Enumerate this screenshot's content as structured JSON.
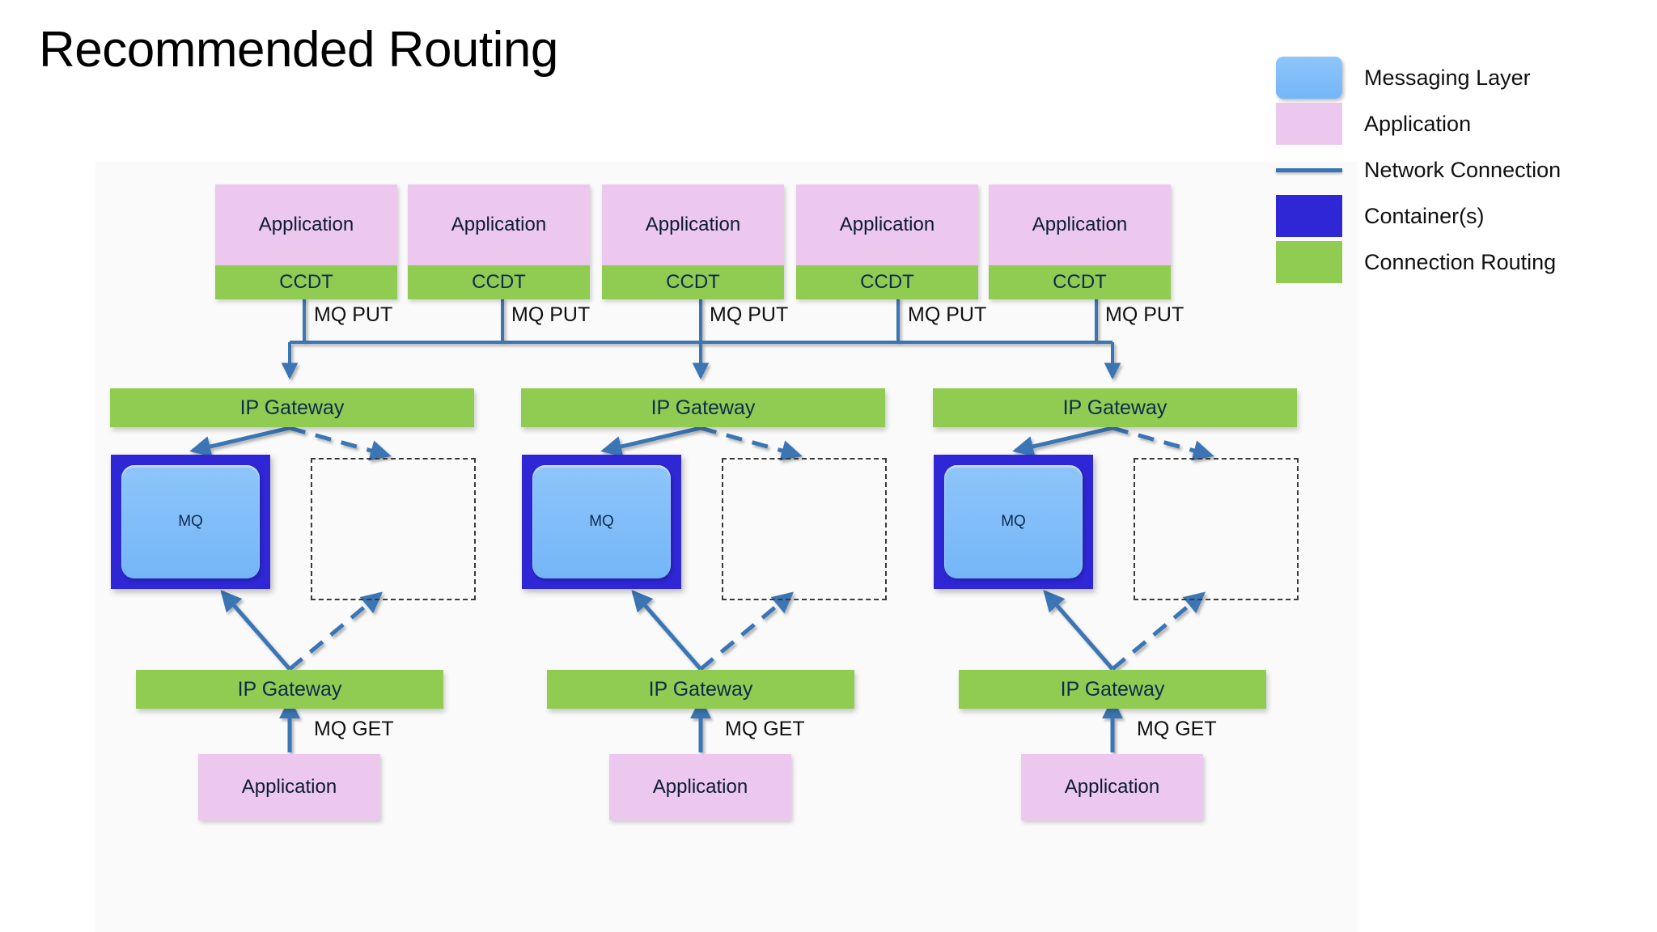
{
  "page": {
    "title": "Recommended Routing",
    "background_color": "#ffffff"
  },
  "colors": {
    "messaging_layer": "#74b6f7",
    "application": "#ecc8ef",
    "network_connection": "#3a74b4",
    "container": "#2f27d6",
    "connection_routing": "#8fcc51",
    "ghost_border": "#3a3a3a",
    "label_text": "#111111",
    "box_text": "#0d2b4e"
  },
  "legend": {
    "items": [
      {
        "label": "Messaging Layer",
        "swatch": "messaging-layer-swatch",
        "color": "#74b6f7"
      },
      {
        "label": "Application",
        "swatch": "application-swatch",
        "color": "#ecc8ef"
      },
      {
        "label": "Network Connection",
        "swatch": "network-connection-swatch",
        "color": "#3a74b4"
      },
      {
        "label": "Container(s)",
        "swatch": "container-swatch",
        "color": "#2f27d6"
      },
      {
        "label": "Connection Routing",
        "swatch": "connection-routing-swatch",
        "color": "#8fcc51"
      }
    ]
  },
  "producers": {
    "app_label": "Application",
    "ccdt_label": "CCDT",
    "put_label": "MQ PUT",
    "columns": [
      {
        "app": "Application",
        "ccdt": "CCDT",
        "link": "MQ PUT"
      },
      {
        "app": "Application",
        "ccdt": "CCDT",
        "link": "MQ PUT"
      },
      {
        "app": "Application",
        "ccdt": "CCDT",
        "link": "MQ PUT"
      },
      {
        "app": "Application",
        "ccdt": "CCDT",
        "link": "MQ PUT"
      },
      {
        "app": "Application",
        "ccdt": "CCDT",
        "link": "MQ PUT"
      }
    ]
  },
  "sites": [
    {
      "inbound_gateway": "IP Gateway",
      "queue_manager": "MQ",
      "standby": "",
      "outbound_gateway": "IP Gateway",
      "consumer_app": "Application",
      "get_label": "MQ GET"
    },
    {
      "inbound_gateway": "IP Gateway",
      "queue_manager": "MQ",
      "standby": "",
      "outbound_gateway": "IP Gateway",
      "consumer_app": "Application",
      "get_label": "MQ GET"
    },
    {
      "inbound_gateway": "IP Gateway",
      "queue_manager": "MQ",
      "standby": "",
      "outbound_gateway": "IP Gateway",
      "consumer_app": "Application",
      "get_label": "MQ GET"
    }
  ]
}
